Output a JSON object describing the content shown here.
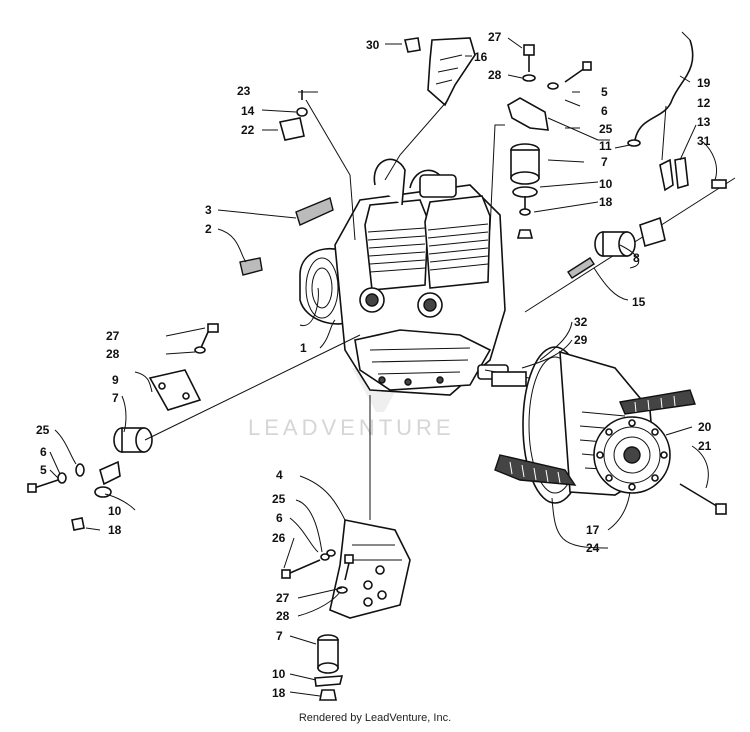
{
  "watermark": "LEADVENTURE",
  "footer": "Rendered by LeadVenture, Inc.",
  "callouts": {
    "c1": "1",
    "c2": "2",
    "c3": "3",
    "c4": "4",
    "c5a": "5",
    "c5b": "5",
    "c6a": "6",
    "c6b": "6",
    "c6c": "6",
    "c7a": "7",
    "c7b": "7",
    "c7c": "7",
    "c8": "8",
    "c9": "9",
    "c10a": "10",
    "c10b": "10",
    "c10c": "10",
    "c11": "11",
    "c12": "12",
    "c13": "13",
    "c14": "14",
    "c15": "15",
    "c16": "16",
    "c17": "17",
    "c18a": "18",
    "c18b": "18",
    "c18c": "18",
    "c19": "19",
    "c20": "20",
    "c21": "21",
    "c22": "22",
    "c23": "23",
    "c24": "24",
    "c25a": "25",
    "c25b": "25",
    "c25c": "25",
    "c26": "26",
    "c27a": "27",
    "c27b": "27",
    "c27c": "27",
    "c28a": "28",
    "c28b": "28",
    "c28c": "28",
    "c29": "29",
    "c30": "30",
    "c31": "31",
    "c32": "32"
  }
}
